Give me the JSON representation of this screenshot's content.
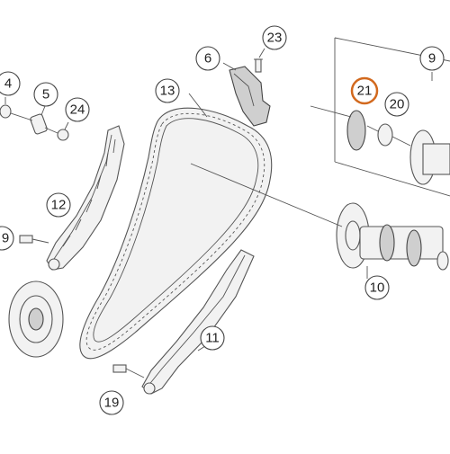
{
  "colors": {
    "line": "#555555",
    "highlight": "#d2691e",
    "background": "#ffffff"
  },
  "callouts": {
    "c4": "4",
    "c5": "5",
    "c24": "24",
    "c6": "6",
    "c23": "23",
    "c13": "13",
    "c9": "9",
    "c21": "21",
    "c20": "20",
    "c12": "12",
    "c19a": "9",
    "c10": "10",
    "c11": "11",
    "c19b": "19"
  }
}
